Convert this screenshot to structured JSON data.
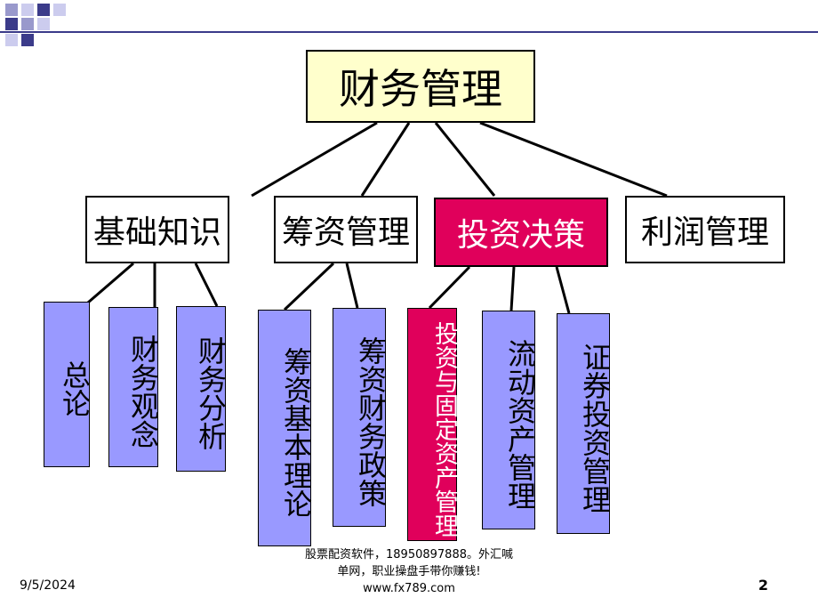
{
  "root": {
    "label": "财务管理",
    "fill": "#ffffcc"
  },
  "categories": [
    {
      "label": "基础知识",
      "fill": "#ffffff",
      "text_color": "#000000"
    },
    {
      "label": "筹资管理",
      "fill": "#ffffff",
      "text_color": "#000000"
    },
    {
      "label": "投资决策",
      "fill": "#e0005b",
      "text_color": "#ffffff"
    },
    {
      "label": "利润管理",
      "fill": "#ffffff",
      "text_color": "#000000"
    }
  ],
  "leaves": [
    {
      "label": "总论",
      "fill": "#9999ff",
      "text_color": "#000000"
    },
    {
      "label": "财务观念",
      "fill": "#9999ff",
      "text_color": "#000000"
    },
    {
      "label": "财务分析",
      "fill": "#9999ff",
      "text_color": "#000000"
    },
    {
      "label": "筹资基本理论",
      "fill": "#9999ff",
      "text_color": "#000000"
    },
    {
      "label": "筹资财务政策",
      "fill": "#9999ff",
      "text_color": "#000000"
    },
    {
      "label": "投资与固定资产管理",
      "fill": "#e0005b",
      "text_color": "#ffffff"
    },
    {
      "label": "流动资产管理",
      "fill": "#9999ff",
      "text_color": "#000000"
    },
    {
      "label": "证券投资管理",
      "fill": "#9999ff",
      "text_color": "#000000"
    }
  ],
  "footer": {
    "date": "9/5/2024",
    "page_number": "2",
    "watermark_line1": "股票配资软件，18950897888。外汇喊",
    "watermark_line2": "单网，职业操盘手带你赚钱!",
    "watermark_url": "www.fx789.com"
  },
  "decoration": {
    "square_dark": "#3b3b8a",
    "square_mid": "#9999cc",
    "square_light": "#ccccee"
  }
}
